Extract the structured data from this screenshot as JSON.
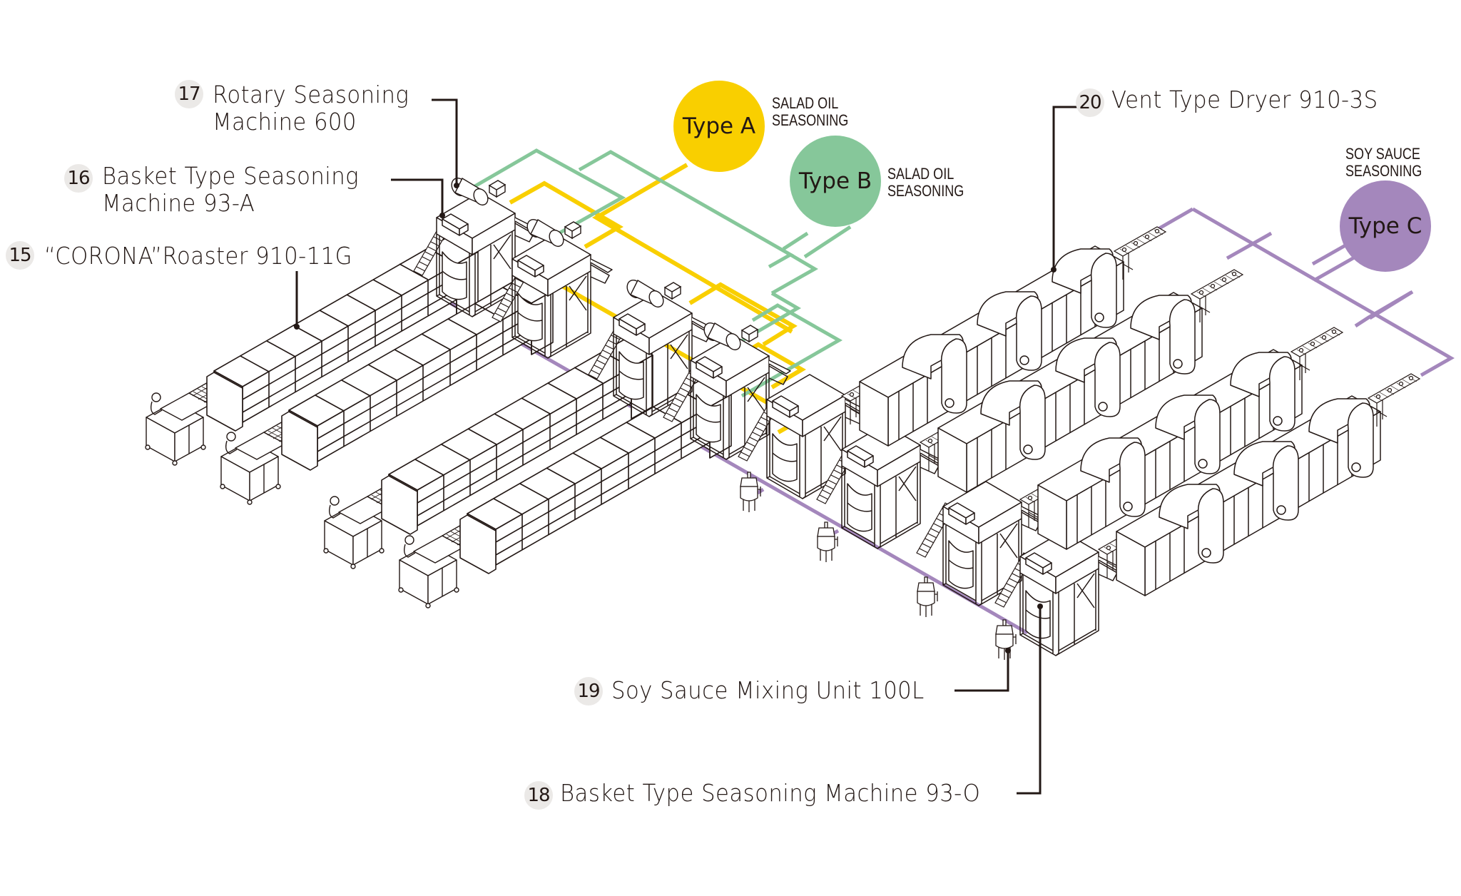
{
  "diagram": {
    "title": "Seasoning production line layout",
    "colors": {
      "type_a": "#f9cf00",
      "type_b": "#86c79a",
      "type_c": "#a487bc",
      "line_art": "#231815",
      "label_badge": "#ebe9e7"
    },
    "callouts": [
      {
        "number": "15",
        "line1": "“CORONA”Roaster 910-11G",
        "line2": ""
      },
      {
        "number": "16",
        "line1": "Basket Type Seasoning",
        "line2": "Machine 93-A"
      },
      {
        "number": "17",
        "line1": "Rotary Seasoning",
        "line2": "Machine 600"
      },
      {
        "number": "18",
        "line1": "Basket Type Seasoning Machine 93-O",
        "line2": ""
      },
      {
        "number": "19",
        "line1": "Soy Sauce Mixing Unit 100L",
        "line2": ""
      },
      {
        "number": "20",
        "line1": "Vent Type Dryer 910-3S",
        "line2": ""
      }
    ],
    "seasoning_types": [
      {
        "label": "Type A",
        "caption1": "SALAD OIL",
        "caption2": "SEASONING"
      },
      {
        "label": "Type B",
        "caption1": "SALAD OIL",
        "caption2": "SEASONING"
      },
      {
        "label": "Type C",
        "caption1": "SOY SAUCE",
        "caption2": "SEASONING"
      }
    ],
    "equipment_counts": {
      "roaster_lines": 4,
      "rotary_seasoning_units": 4,
      "basket_seasoning_93a_units": 4,
      "basket_seasoning_93o_units": 4,
      "soy_sauce_mixers": 4,
      "vent_dryers": 4
    }
  }
}
